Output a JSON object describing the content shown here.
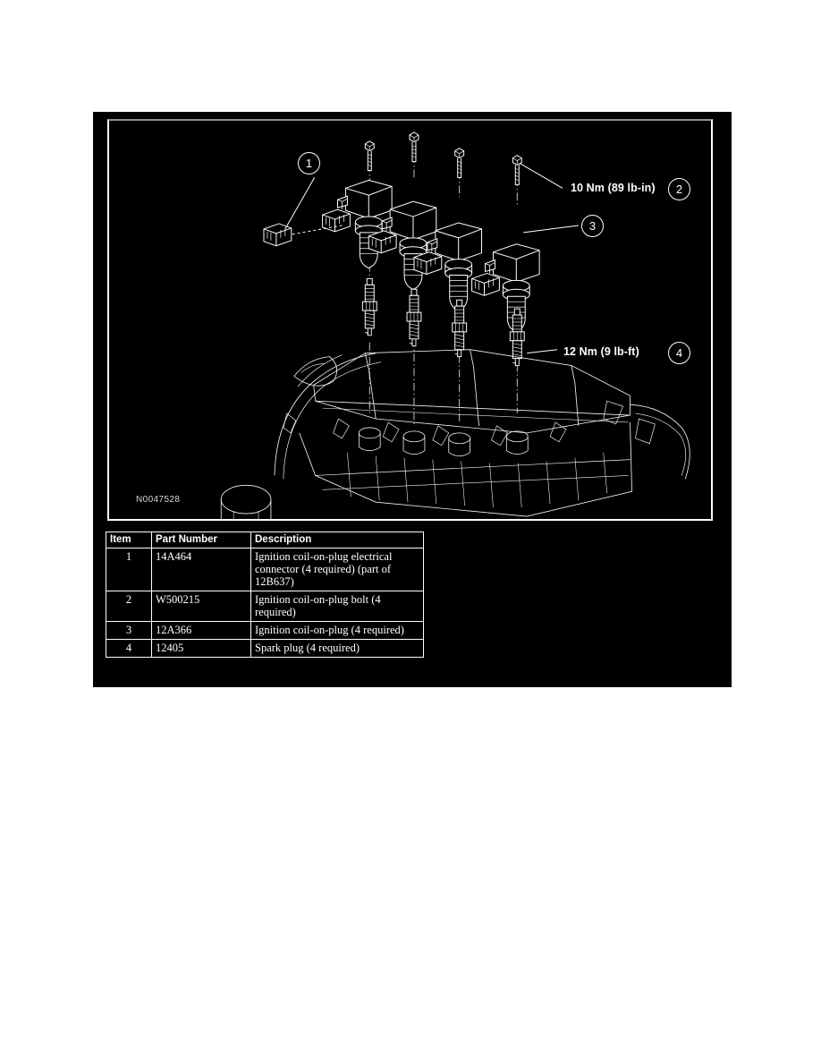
{
  "figure": {
    "drawing_id": "N0047528",
    "callouts": [
      {
        "number": "1",
        "name": "callout-1"
      },
      {
        "number": "2",
        "name": "callout-2"
      },
      {
        "number": "3",
        "name": "callout-3"
      },
      {
        "number": "4",
        "name": "callout-4"
      }
    ],
    "torque_labels": [
      {
        "text": "10 Nm (89 lb-in)",
        "callout": "2"
      },
      {
        "text": "12 Nm (9 lb-ft)",
        "callout": "4"
      }
    ],
    "description": "Exploded view of four ignition coil-on-plug assemblies, bolts, electrical connectors and spark plugs above an inline four-cylinder engine"
  },
  "parts_table": {
    "headers": [
      "Item",
      "Part Number",
      "Description"
    ],
    "rows": [
      {
        "item": "1",
        "part_number": "14A464",
        "description": "Ignition coil-on-plug electrical connector (4 required) (part of 12B637)"
      },
      {
        "item": "2",
        "part_number": "W500215",
        "description": "Ignition coil-on-plug bolt (4 required)"
      },
      {
        "item": "3",
        "part_number": "12A366",
        "description": "Ignition coil-on-plug (4 required)"
      },
      {
        "item": "4",
        "part_number": "12405",
        "description": "Spark plug (4 required)"
      }
    ]
  },
  "colors": {
    "background": "#ffffff",
    "panel": "#000000",
    "line": "#ffffff",
    "frame_top": "#909090"
  }
}
